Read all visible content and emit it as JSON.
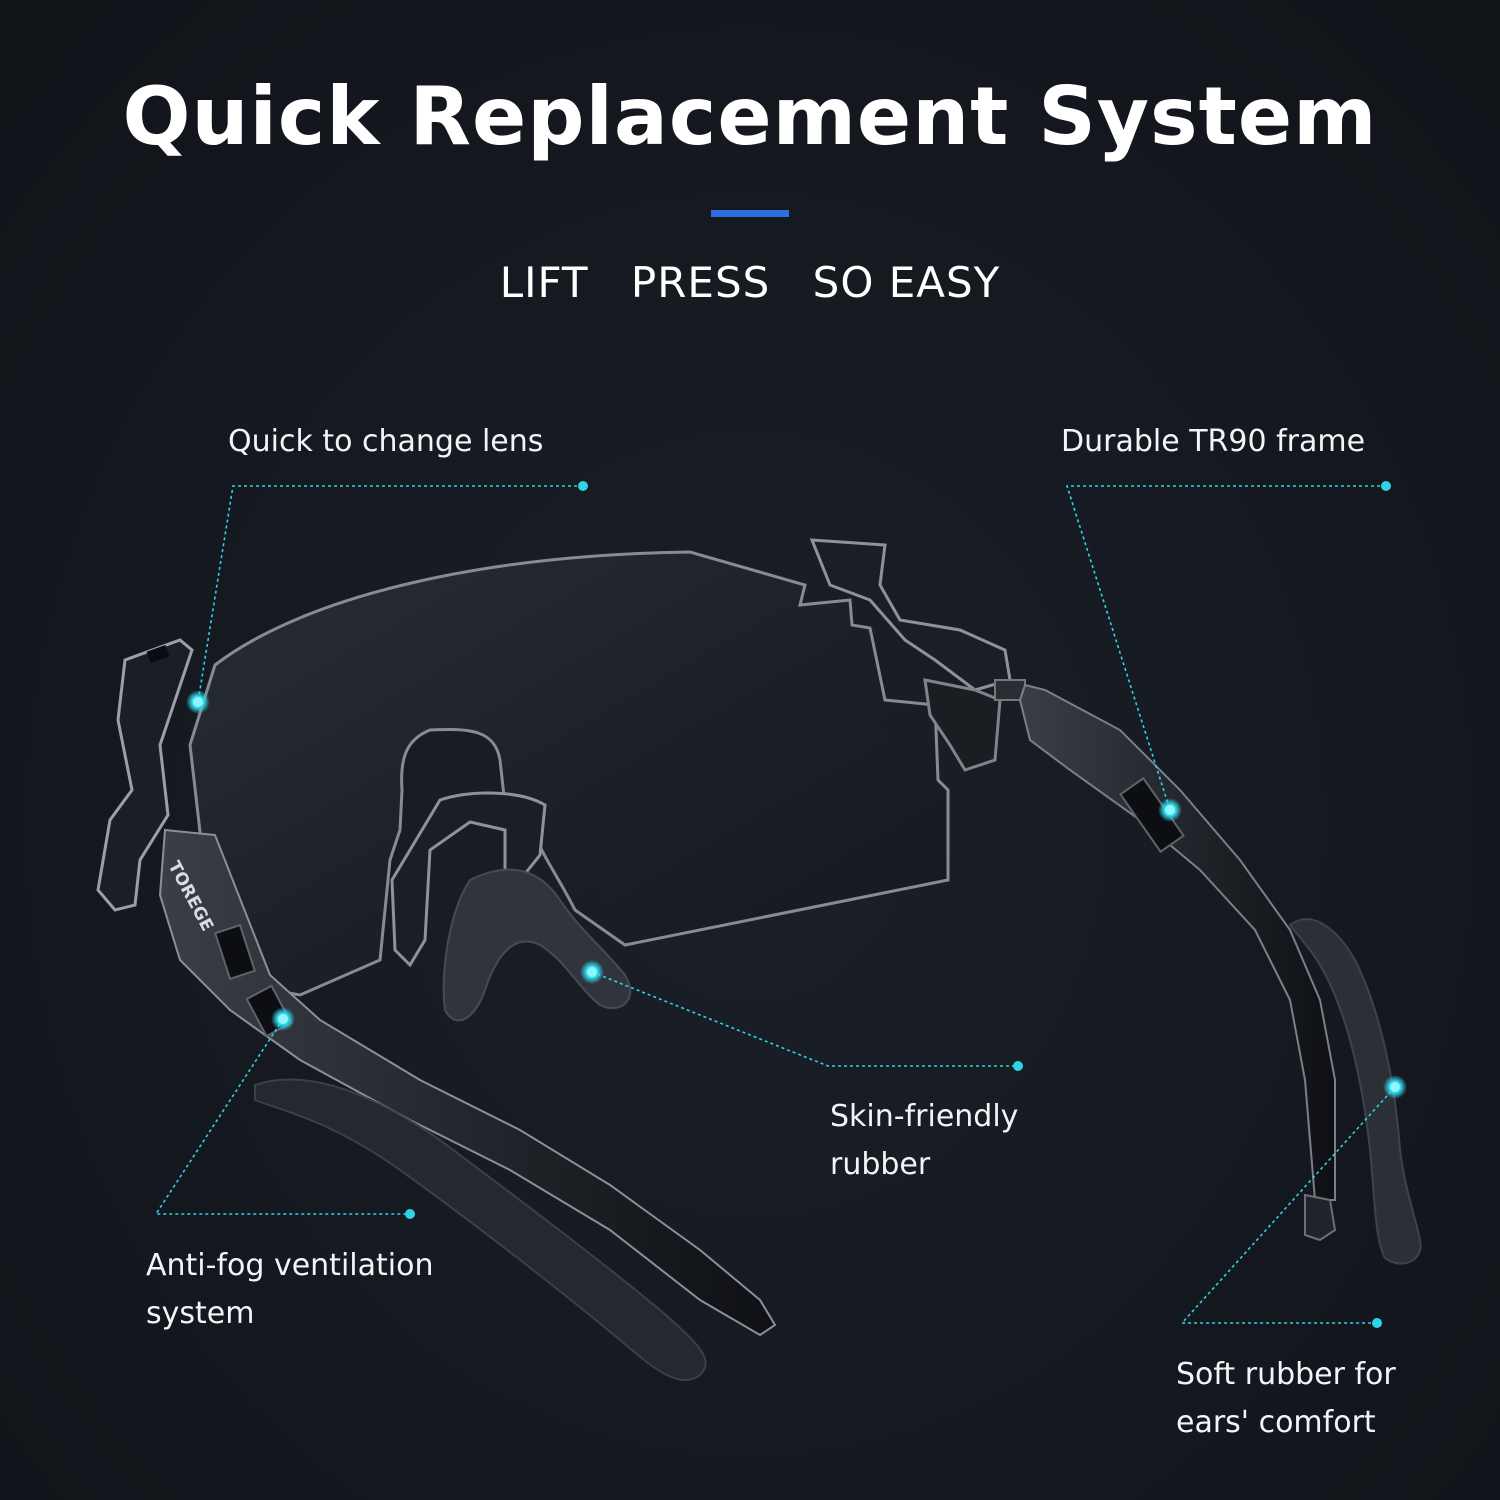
{
  "title": "Quick Replacement System",
  "subtitle": {
    "words": [
      "LIFT",
      "PRESS",
      "SO EASY"
    ]
  },
  "brand_mark": "TOREGE",
  "callouts": {
    "lens": "Quick to change lens",
    "frame": "Durable TR90 frame",
    "nose": [
      "Skin-friendly",
      "rubber"
    ],
    "vent": [
      "Anti-fog ventilation",
      "system"
    ],
    "ear": [
      "Soft rubber for",
      "ears' comfort"
    ]
  },
  "colors": {
    "background": "#14181f",
    "accent": "#2f6ee0",
    "callout": "#2fd3e6",
    "text": "#ffffff"
  }
}
